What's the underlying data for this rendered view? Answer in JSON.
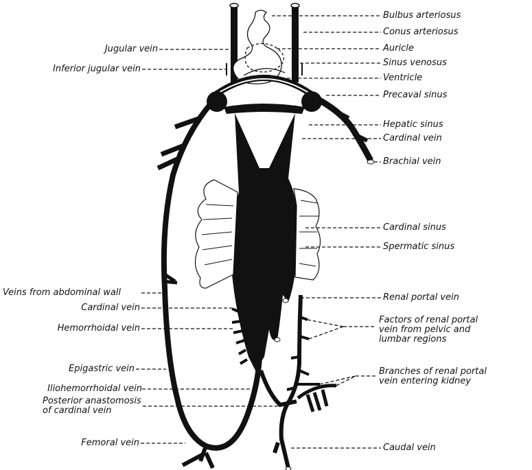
{
  "labels_right": {
    "bulbus": "Bulbus arteriosus",
    "conus": "Conus arteriosus",
    "auricle": "Auricle",
    "sinus_venosus": "Sinus venosus",
    "ventricle": "Ventricle",
    "precaval": "Precaval sinus",
    "hepatic": "Hepatic sinus",
    "cardinal_vein": "Cardinal vein",
    "brachial": "Brachial vein",
    "cardinal_sinus": "Cardinal sinus",
    "spermatic": "Spermatic sinus",
    "renal_portal": "Renal portal vein",
    "factors": "Factors of renal portal\nvein from pelvic and\nlumbar regions",
    "branches": "Branches of renal portal\nvein entering kidney",
    "caudal": "Caudal vein"
  },
  "labels_left": {
    "jugular": "Jugular vein",
    "inferior_jugular": "Inferior jugular vein",
    "abdominal_wall": "Veins from abdominal wall",
    "cardinal_vein": "Cardinal vein",
    "hemorrhoidal": "Hemorrhoidal vein",
    "epigastric": "Epigastric vein",
    "iliohemorrhoidal": "Iliohemorrhoidal vein",
    "posterior": "Posterior anastomosis\nof cardinal vein",
    "femoral": "Femoral vein"
  }
}
